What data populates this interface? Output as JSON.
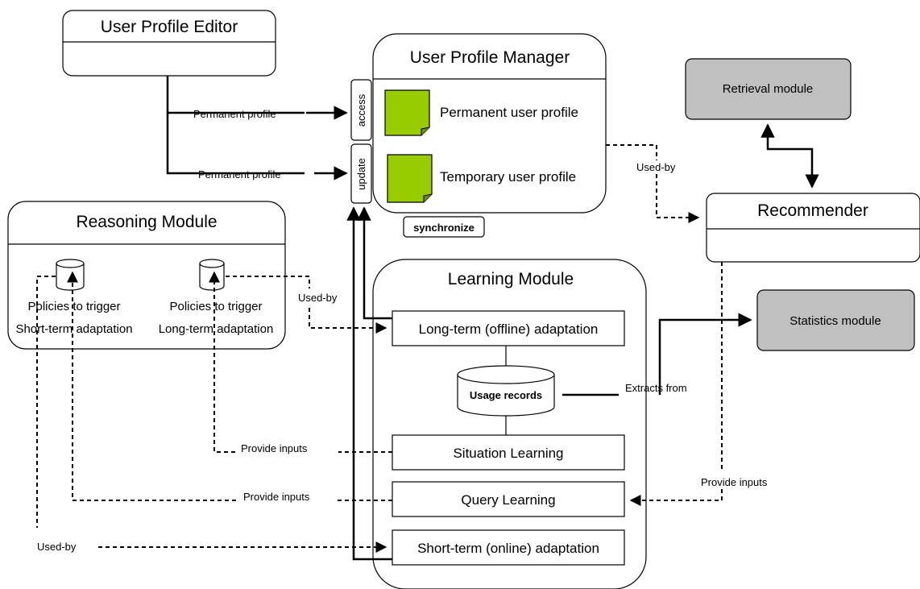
{
  "profile_editor": {
    "title": "User Profile Editor"
  },
  "profile_manager": {
    "title": "User Profile Manager",
    "access_tab": "access",
    "update_tab": "update",
    "permanent_profile": "Permanent user profile",
    "temporary_profile": "Temporary user profile",
    "synchronize": "synchronize"
  },
  "retrieval_module": {
    "title": "Retrieval module"
  },
  "recommender": {
    "title": "Recommender"
  },
  "statistics_module": {
    "title": "Statistics module"
  },
  "reasoning_module": {
    "title": "Reasoning Module",
    "policy_short_line1": "Policies to trigger",
    "policy_short_line2": "Short-term adaptation",
    "policy_long_line1": "Policies to trigger",
    "policy_long_line2": "Long-term adaptation"
  },
  "learning_module": {
    "title": "Learning Module",
    "long_term": "Long-term (offline) adaptation",
    "usage_records": "Usage records",
    "situation_learning": "Situation Learning",
    "query_learning": "Query Learning",
    "short_term": "Short-term (online) adaptation"
  },
  "edge_labels": {
    "permanent_profile_access": "Permanent profile",
    "permanent_profile_update": "Permanent profile",
    "used_by_recommender": "Used-by",
    "used_by_reasoning": "Used-by",
    "used_by_bottom": "Used-by",
    "extracts_from": "Extracts from",
    "provide_inputs_situation": "Provide inputs",
    "provide_inputs_query": "Provide inputs",
    "provide_inputs_recommender": "Provide inputs"
  }
}
